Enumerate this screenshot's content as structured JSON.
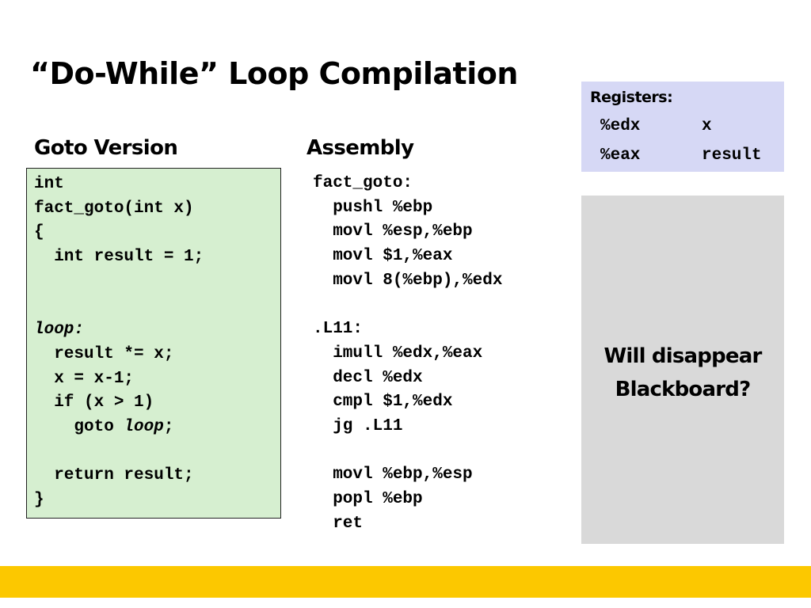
{
  "slide": {
    "title": "“Do-While” Loop Compilation",
    "goto_heading": "Goto Version",
    "assembly_heading": "Assembly",
    "goto_code": [
      [
        {
          "text": "int"
        }
      ],
      [
        {
          "text": "fact_goto(int x)"
        }
      ],
      [
        {
          "text": "{"
        }
      ],
      [
        {
          "text": "  int result = 1;"
        }
      ],
      [],
      [],
      [
        {
          "text": "loop:",
          "italic": true
        }
      ],
      [
        {
          "text": "  result *= x;"
        }
      ],
      [
        {
          "text": "  x = x-1;"
        }
      ],
      [
        {
          "text": "  if (x > 1)"
        }
      ],
      [
        {
          "text": "    goto "
        },
        {
          "text": "loop",
          "italic": true
        },
        {
          "text": ";"
        }
      ],
      [],
      [
        {
          "text": "  return result;"
        }
      ],
      [
        {
          "text": "}"
        }
      ]
    ],
    "assembly_code": [
      "fact_goto:",
      "  pushl %ebp",
      "  movl %esp,%ebp",
      "  movl $1,%eax",
      "  movl 8(%ebp),%edx",
      "",
      ".L11:",
      "  imull %edx,%eax",
      "  decl %edx",
      "  cmpl $1,%edx",
      "  jg .L11",
      "",
      "  movl %ebp,%esp",
      "  popl %ebp",
      "  ret"
    ],
    "registers": {
      "title": "Registers:",
      "rows": [
        {
          "register": "%edx",
          "variable": "x"
        },
        {
          "register": "%eax",
          "variable": "result"
        }
      ]
    },
    "note": [
      "Will disappear",
      "Blackboard?"
    ],
    "colors": {
      "code_box_bg": "#d6efd0",
      "registers_box_bg": "#d6d8f5",
      "note_box_bg": "#d9d9d9",
      "footer_bar": "#fcc800"
    }
  }
}
